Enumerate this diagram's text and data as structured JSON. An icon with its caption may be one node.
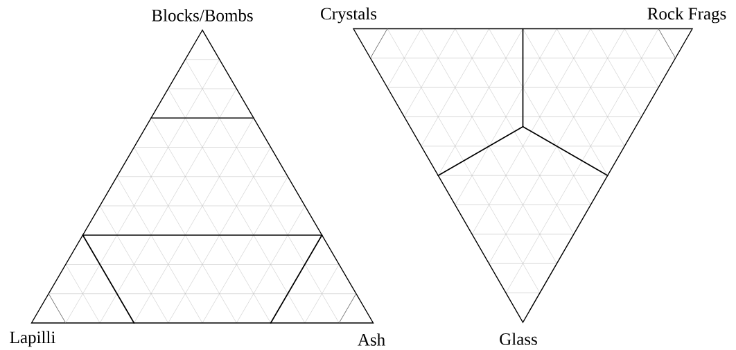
{
  "diagram": {
    "labels": [
      "Blocks/Bombs",
      "Crystals",
      "Rock Frags",
      "Lapilli",
      "Ash",
      "Glass"
    ]
  }
}
